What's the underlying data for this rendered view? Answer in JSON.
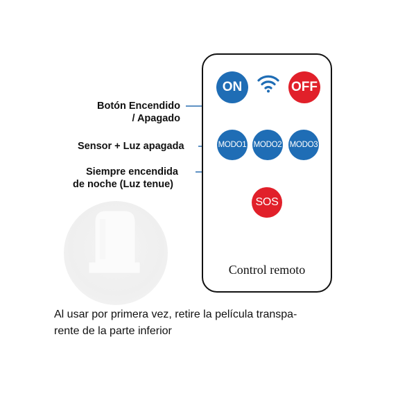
{
  "remote": {
    "on_label": "ON",
    "off_label": "OFF",
    "mode1_label": "MODO1",
    "mode2_label": "MODO2",
    "mode3_label": "MODO3",
    "sos_label": "SOS",
    "caption": "Control remoto",
    "signal_icon": "wifi-icon"
  },
  "callouts": {
    "power_line1": "Botón Encendido",
    "power_line2": "/ Apagado",
    "sensor": "Sensor + Luz apagada",
    "always_line1": "Siempre encendida",
    "always_line2": "de noche (Luz tenue)"
  },
  "notice": {
    "line1": "Al usar por primera vez, retire la película transpa-",
    "line2": "rente de la parte inferior"
  },
  "colors": {
    "blue": "#1f6db5",
    "red": "#e1202a",
    "callout_line": "#2a6fb0"
  }
}
